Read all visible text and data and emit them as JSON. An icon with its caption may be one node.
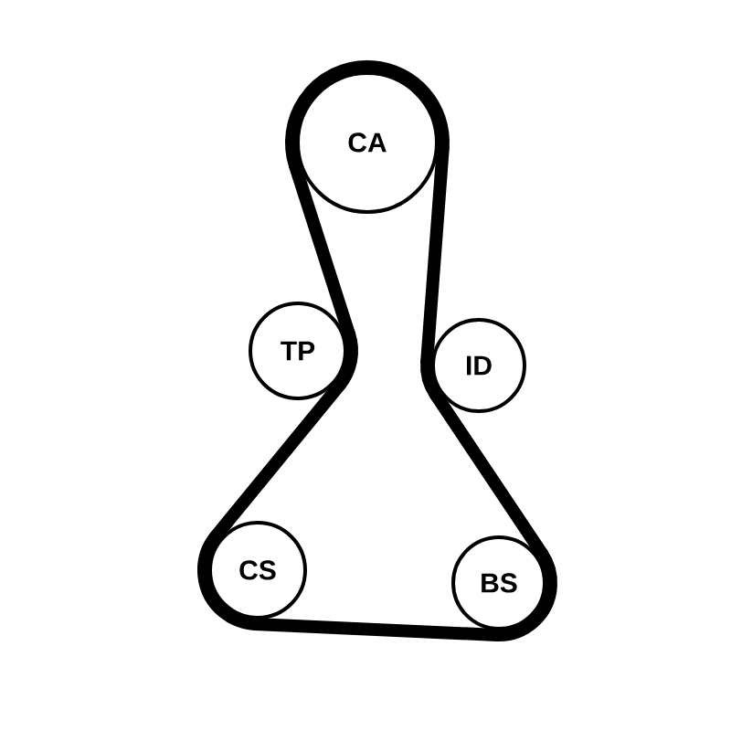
{
  "diagram": {
    "nodes": [
      {
        "text": [
          "CA"
        ]
      },
      {
        "text": [
          "TP"
        ]
      },
      {
        "text": [
          "ID"
        ]
      },
      {
        "text": [
          "CS"
        ]
      },
      {
        "text": [
          "BS"
        ]
      }
    ],
    "edges": [
      {
        "from": 0,
        "to": 1,
        "arrow": "none"
      },
      {
        "from": 1,
        "to": 3,
        "arrow": "none"
      },
      {
        "from": 3,
        "to": 4,
        "arrow": "none"
      },
      {
        "from": 4,
        "to": 2,
        "arrow": "none"
      },
      {
        "from": 2,
        "to": 0,
        "arrow": "none"
      }
    ]
  }
}
